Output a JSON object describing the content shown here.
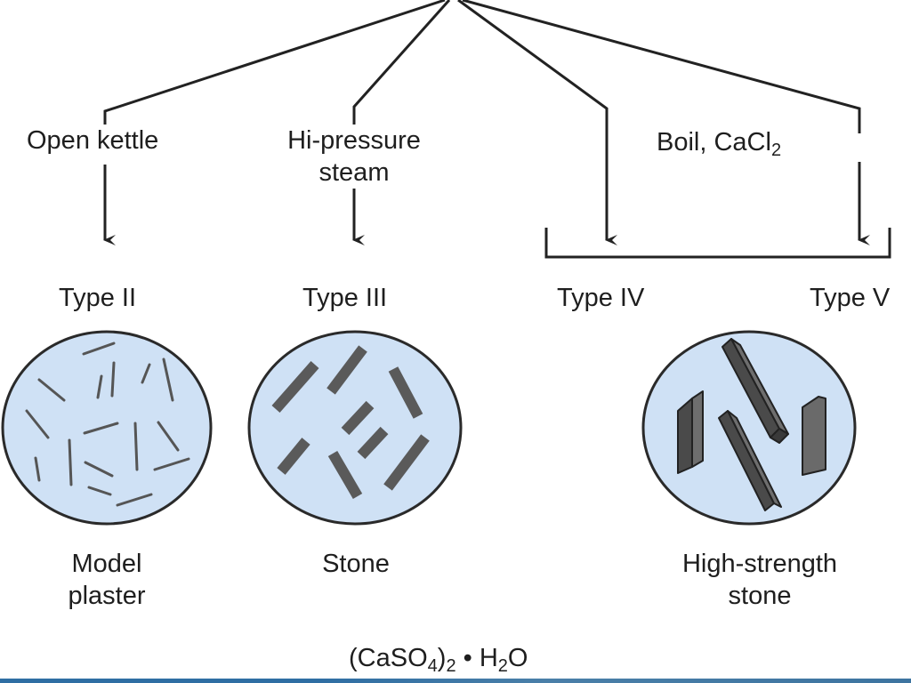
{
  "processes": {
    "open_kettle": "Open kettle",
    "hi_pressure_line1": "Hi-pressure",
    "hi_pressure_line2": "steam",
    "boil": "Boil, CaCl",
    "boil_sub": "2"
  },
  "types": {
    "type2": "Type II",
    "type3": "Type III",
    "type4": "Type IV",
    "type5": "Type V"
  },
  "products": {
    "model_line1": "Model",
    "model_line2": "plaster",
    "stone": "Stone",
    "high_line1": "High-strength",
    "high_line2": "stone"
  },
  "formula": {
    "part1": "(CaSO",
    "sub1": "4",
    "part2": ")",
    "sub2": "2",
    "part3": " • H",
    "sub3": "2",
    "part4": "O"
  },
  "colors": {
    "circle_fill": "#cfe1f5",
    "circle_stroke": "#2a2a2a",
    "crystal": "#5a5a5a",
    "line": "#222222"
  }
}
